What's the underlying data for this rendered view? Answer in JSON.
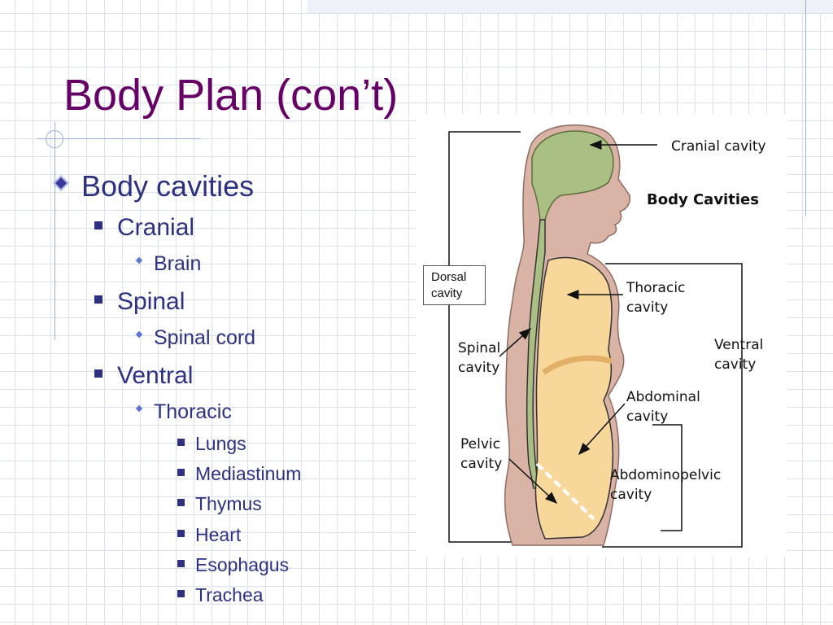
{
  "slide": {
    "title": "Body Plan (con’t)",
    "bullets": {
      "l1": "Body cavities",
      "cranial": "Cranial",
      "brain": "Brain",
      "spinal": "Spinal",
      "spinal_cord": "Spinal cord",
      "ventral": "Ventral",
      "thoracic": "Thoracic",
      "thoracic_items": [
        "Lungs",
        "Mediastinum",
        "Thymus",
        "Heart",
        "Esophagus",
        "Trachea"
      ]
    }
  },
  "figure": {
    "title": "Body Cavities",
    "labels": {
      "cranial": "Cranial cavity",
      "thoracic_1": "Thoracic",
      "thoracic_2": "cavity",
      "ventral_1": "Ventral",
      "ventral_2": "cavity",
      "spinal_1": "Spinal",
      "spinal_2": "cavity",
      "abdominal_1": "Abdominal",
      "abdominal_2": "cavity",
      "pelvic_1": "Pelvic",
      "pelvic_2": "cavity",
      "abdominopelvic_1": "Abdominopelvic",
      "abdominopelvic_2": "cavity"
    },
    "dorsal_box": [
      "Dorsal",
      "cavity"
    ],
    "colors": {
      "body": "#d9b3a5",
      "cranial": "#a9bf84",
      "ventral": "#f7d79a",
      "diaphragm": "#e3b069"
    }
  }
}
